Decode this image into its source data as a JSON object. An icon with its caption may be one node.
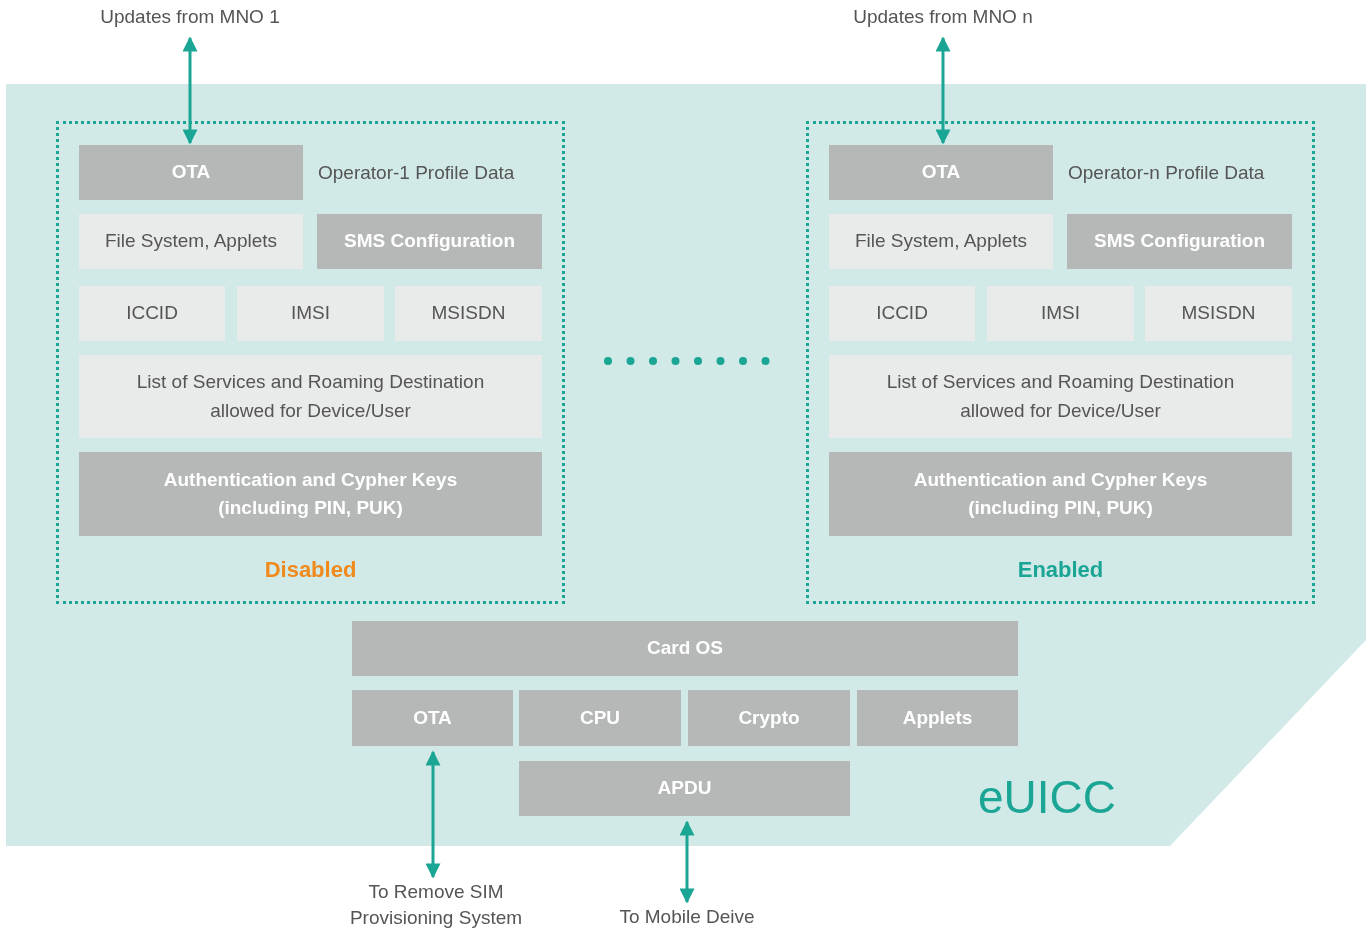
{
  "diagram": {
    "nodes": [
      {
        "text": [
          "Updates from MNO 1"
        ]
      },
      {
        "text": [
          "Updates from MNO n"
        ]
      },
      {
        "text": [
          "eUICC"
        ]
      },
      {
        "text": [
          "Operator-1 Profile Data",
          "Disabled"
        ],
        "in": 2
      },
      {
        "text": [
          "OTA"
        ],
        "in": 3
      },
      {
        "text": [
          "File System, Applets"
        ],
        "in": 3
      },
      {
        "text": [
          "SMS Configuration"
        ],
        "in": 3
      },
      {
        "text": [
          "ICCID"
        ],
        "in": 3
      },
      {
        "text": [
          "IMSI"
        ],
        "in": 3
      },
      {
        "text": [
          "MSISDN"
        ],
        "in": 3
      },
      {
        "text": [
          "List of Services and Roaming Destination allowed for Device/User"
        ],
        "in": 3
      },
      {
        "text": [
          "Authentication and Cypher Keys (including PIN, PUK)"
        ],
        "in": 3
      },
      {
        "text": [
          "Operator-n Profile Data",
          "Enabled"
        ],
        "in": 2
      },
      {
        "text": [
          "OTA"
        ],
        "in": 12
      },
      {
        "text": [
          "File System, Applets"
        ],
        "in": 12
      },
      {
        "text": [
          "SMS Configuration"
        ],
        "in": 12
      },
      {
        "text": [
          "ICCID"
        ],
        "in": 12
      },
      {
        "text": [
          "IMSI"
        ],
        "in": 12
      },
      {
        "text": [
          "MSISDN"
        ],
        "in": 12
      },
      {
        "text": [
          "List of Services and Roaming Destination allowed for Device/User"
        ],
        "in": 12
      },
      {
        "text": [
          "Authentication and Cypher Keys (including PIN, PUK)"
        ],
        "in": 12
      },
      {
        "text": [
          "Card OS"
        ],
        "in": 2
      },
      {
        "text": [
          "OTA"
        ],
        "in": 2
      },
      {
        "text": [
          "CPU"
        ],
        "in": 2
      },
      {
        "text": [
          "Crypto"
        ],
        "in": 2
      },
      {
        "text": [
          "Applets"
        ],
        "in": 2
      },
      {
        "text": [
          "APDU"
        ],
        "in": 2
      },
      {
        "text": [
          "To Remove SIM Provisioning System"
        ]
      },
      {
        "text": [
          "To Mobile Deive"
        ]
      }
    ],
    "edges": [
      {
        "from": 0,
        "to": 4,
        "arrow": "both"
      },
      {
        "from": 1,
        "to": 13,
        "arrow": "both"
      },
      {
        "from": 22,
        "to": 27,
        "arrow": "both"
      },
      {
        "from": 26,
        "to": 28,
        "arrow": "both"
      }
    ]
  }
}
